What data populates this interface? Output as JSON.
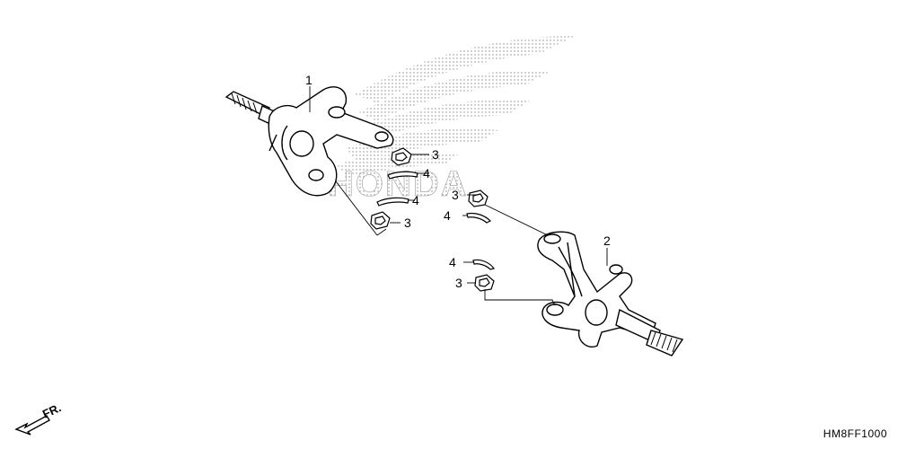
{
  "diagram": {
    "watermark_text": "HONDA",
    "front_marker": "FR.",
    "diagram_code": "HM8FF1000",
    "callouts": [
      {
        "id": "c1",
        "label": "1"
      },
      {
        "id": "c2",
        "label": "2"
      },
      {
        "id": "c3a",
        "label": "3"
      },
      {
        "id": "c3b",
        "label": "3"
      },
      {
        "id": "c3c",
        "label": "3"
      },
      {
        "id": "c3d",
        "label": "3"
      },
      {
        "id": "c4a",
        "label": "4"
      },
      {
        "id": "c4b",
        "label": "4"
      },
      {
        "id": "c4c",
        "label": "4"
      },
      {
        "id": "c4d",
        "label": "4"
      }
    ]
  }
}
